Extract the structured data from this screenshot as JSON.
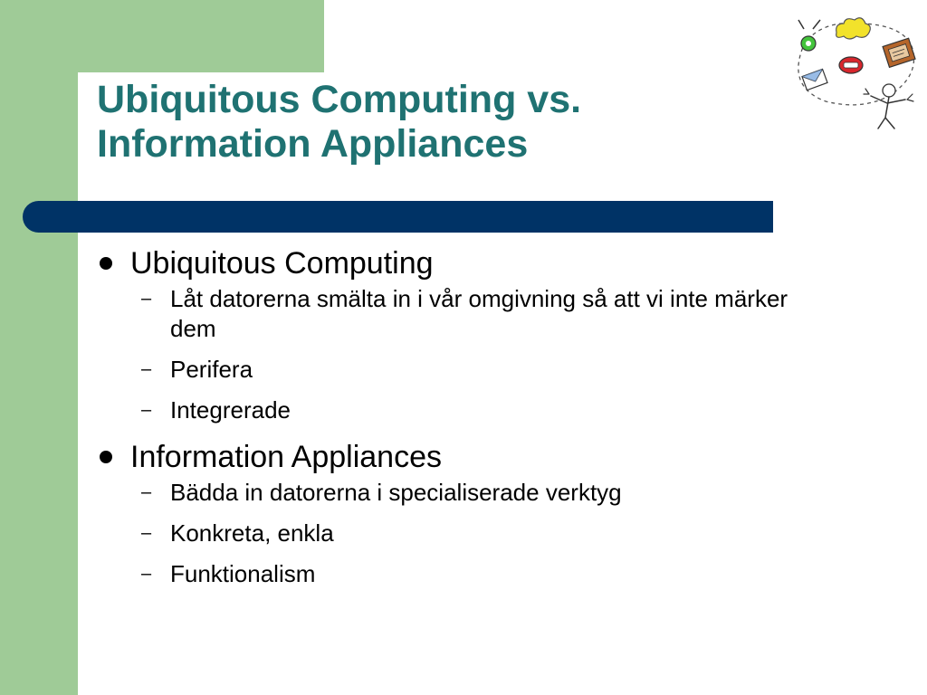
{
  "slide": {
    "title_lines": [
      "Ubiquitous Computing vs.",
      "Information Appliances"
    ],
    "sections": [
      {
        "heading": "Ubiquitous Computing",
        "items": [
          "Låt datorerna smälta in i vår omgivning så att vi inte märker dem",
          "Perifera",
          "Integrerade"
        ]
      },
      {
        "heading": "Information Appliances",
        "items": [
          "Bädda in datorerna i specialiserade verktyg",
          "Konkreta, enkla",
          "Funktionalism"
        ]
      }
    ],
    "bullet_glyph": "●",
    "sub_bullet_glyph": "–"
  },
  "decor": {
    "clipart_icon": "network-devices-clipart-icon",
    "colors": {
      "green_accent": "#9fcb97",
      "title_teal": "#1f7272",
      "navy_bar": "#003366",
      "text": "#000000"
    }
  }
}
